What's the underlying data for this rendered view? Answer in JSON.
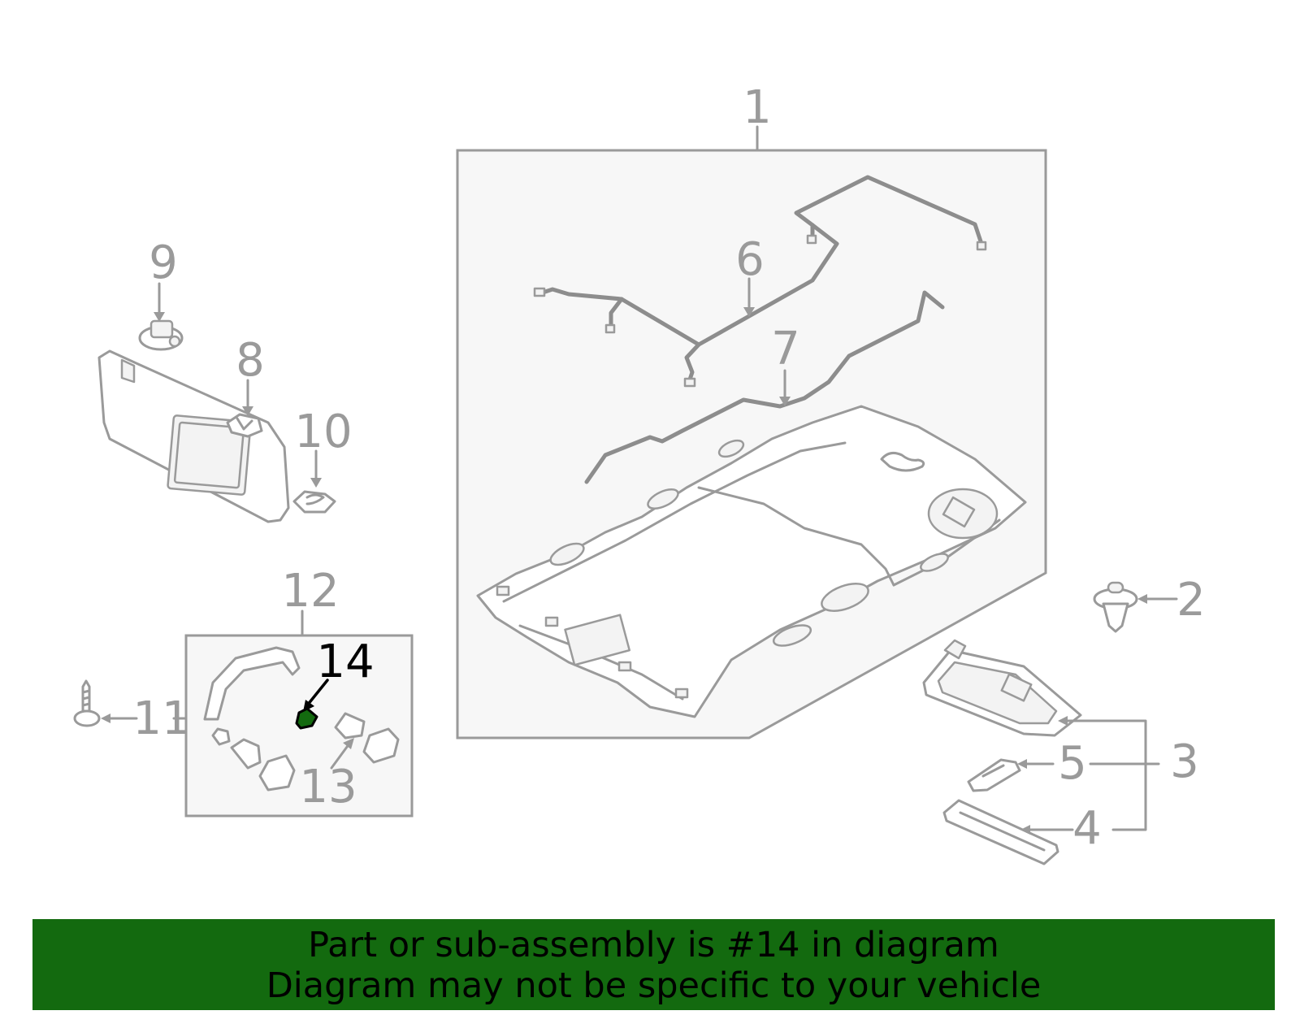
{
  "callouts": {
    "c1": "1",
    "c2": "2",
    "c3": "3",
    "c4": "4",
    "c5": "5",
    "c6": "6",
    "c7": "7",
    "c8": "8",
    "c9": "9",
    "c10": "10",
    "c11": "11",
    "c12": "12",
    "c13": "13",
    "c14": "14"
  },
  "highlighted_part": "14",
  "highlight_color": "#136a0f",
  "banner": {
    "line1": "Part or sub-assembly is #14 in diagram",
    "line2": "Diagram may not be specific to your vehicle",
    "background": "#136a0f"
  }
}
